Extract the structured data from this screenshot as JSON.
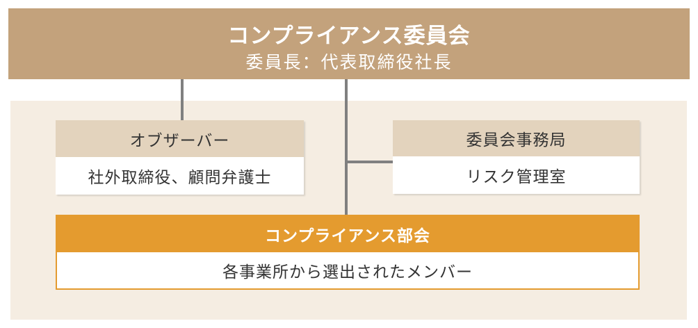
{
  "committee": {
    "title": "コンプライアンス委員会",
    "chair": "委員長：代表取締役社長"
  },
  "observer": {
    "heading": "オブザーバー",
    "members": "社外取締役、顧問弁護士"
  },
  "secretariat": {
    "heading": "委員会事務局",
    "members": "リスク管理室"
  },
  "subcommittee": {
    "heading": "コンプライアンス部会",
    "members": "各事業所から選出されたメンバー"
  },
  "colors": {
    "committee_bg": "#c3a27c",
    "region_bg": "#f5ede2",
    "box_header_bg": "#e3d3bd",
    "subcommittee_accent": "#e49b2f",
    "connector": "#808080"
  }
}
